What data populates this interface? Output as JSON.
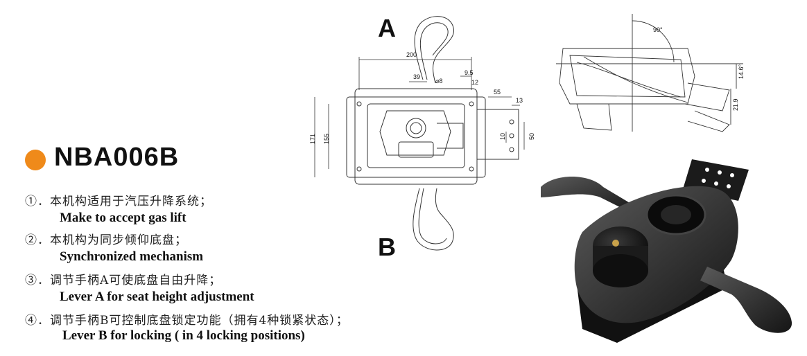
{
  "product": {
    "code": "NBA006B",
    "accent_color": "#ef8a1a"
  },
  "features": [
    {
      "zh": "①．本机构适用于汽压升降系统；",
      "en": "Make to accept gas lift"
    },
    {
      "zh": "②．本机构为同步倾仰底盘；",
      "en": "Synchronized mechanism"
    },
    {
      "zh": "③．调节手柄A可使底盘自由升降；",
      "en": "Lever A for seat height adjustment"
    },
    {
      "zh": "④．调节手柄B可控制底盘锁定功能（拥有4种锁紧状态）；",
      "en": "Lever B for locking ( in 4 locking positions)"
    }
  ],
  "drawing": {
    "lever_a_label": "A",
    "lever_b_label": "B",
    "dims": {
      "d200": "200",
      "d39": "39",
      "d95": "9.5",
      "d12": "12",
      "phi8": "⌀8",
      "d55": "55",
      "d13": "13",
      "d171": "171",
      "d155": "155",
      "d10": "10",
      "d50": "50"
    },
    "side_dims": {
      "angle": "90°",
      "d146": "14.6°",
      "d219": "21.9"
    }
  }
}
